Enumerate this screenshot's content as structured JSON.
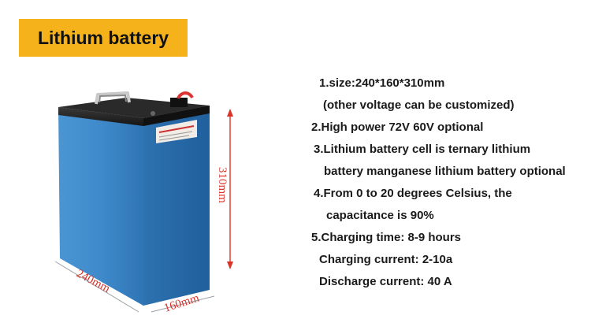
{
  "title": "Lithium battery",
  "product": {
    "height_label": "310mm",
    "length_label": "240mm",
    "width_label": "160mm"
  },
  "specs": [
    "1.size:240*160*310mm",
    "(other voltage can be customized)",
    "2.High power 72V 60V optional",
    "3.Lithium battery cell is ternary lithium",
    "battery manganese lithium battery optional",
    "4.From 0 to 20 degrees Celsius, the",
    "capacitance is 90%",
    "5.Charging time: 8-9 hours",
    "Charging current: 2-10a",
    "Discharge current: 40 A"
  ],
  "colors": {
    "badge": "#f6b21b",
    "battery_body": "#3d86c6",
    "battery_lid": "#1c1c1c",
    "dimension_line": "#d9332b"
  }
}
